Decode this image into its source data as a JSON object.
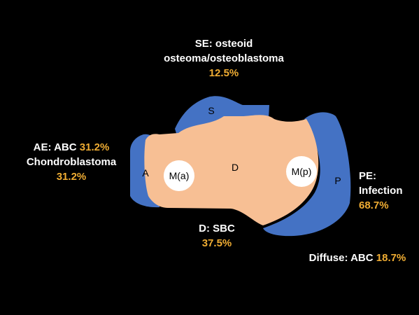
{
  "colors": {
    "background": "#000000",
    "bone_body": "#f7bf94",
    "region": "#4472c4",
    "percent": "#f0ad33",
    "text": "#ffffff",
    "marker_fill": "#ffffff"
  },
  "diagram": {
    "region_s": "S",
    "region_a": "A",
    "region_d": "D",
    "region_p": "P",
    "marker_anterior": "M(a)",
    "marker_posterior": "M(p)"
  },
  "labels": {
    "se": {
      "line1": "SE: osteoid",
      "line2": "osteoma/osteoblastoma",
      "percent": "12.5%"
    },
    "ae": {
      "line1": "AE: ABC",
      "percent1": "31.2%",
      "line2": "Chondroblastoma",
      "percent2": "31.2%"
    },
    "pe": {
      "line1": "PE:",
      "line2": "Infection",
      "percent": "68.7%"
    },
    "d": {
      "line1": "D: SBC",
      "percent": "37.5%"
    },
    "diffuse": {
      "text": "Diffuse: ABC",
      "percent": "18.7%"
    }
  }
}
